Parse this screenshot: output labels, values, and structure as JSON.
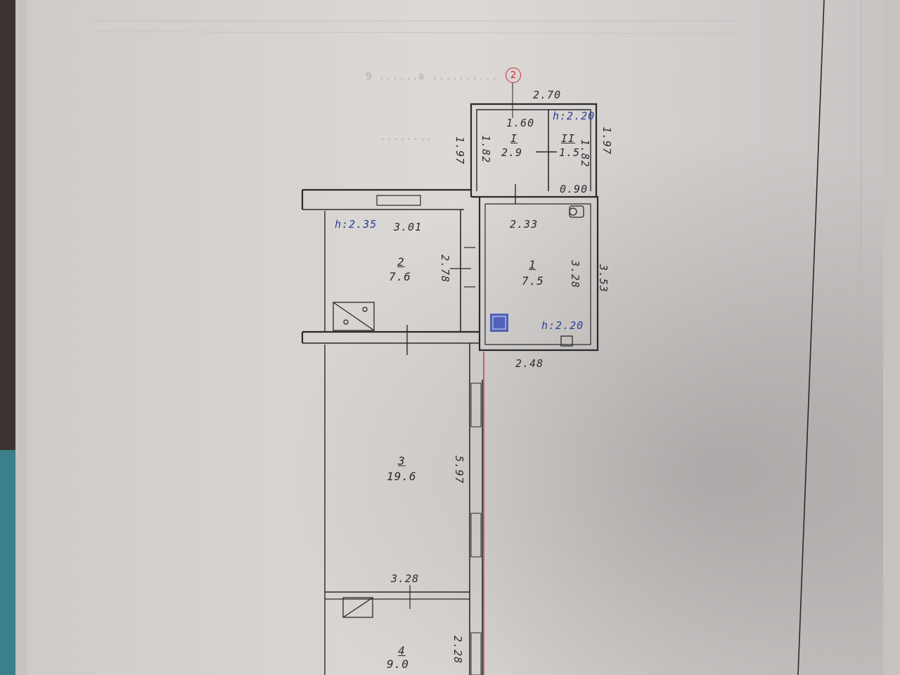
{
  "header": {
    "line1": "9 ......в ..........",
    "line2": "........"
  },
  "marker": "2",
  "rooms": [
    {
      "id": "1",
      "area": "7.5"
    },
    {
      "id": "2",
      "area": "7.6"
    },
    {
      "id": "3",
      "area": "19.6"
    },
    {
      "id": "4",
      "area": "9.0"
    },
    {
      "id": "I",
      "area": "2.9"
    },
    {
      "id": "II",
      "area": "1.5"
    }
  ],
  "ceiling_heights": [
    "h:2.35",
    "h:2.20",
    "h:2.20"
  ],
  "dimensions": {
    "top_width": "2.70",
    "closet_width": "1.60",
    "closet_left_outer": "1.97",
    "closet_left_inner": "1.82",
    "closet_right_outer": "1.97",
    "closet_right_inner": "1.82",
    "closet_bottom": "0.90",
    "room2_width": "3.01",
    "room2_height": "2.78",
    "room1_width": "2.33",
    "room1_height_inner": "3.28",
    "room1_height_outer": "3.53",
    "room1_bottom": "2.48",
    "room3_height": "5.97",
    "room3_width": "3.28",
    "room4_height": "2.28"
  },
  "colors": {
    "paper": "#dedbd9",
    "wall": "#2a2a2a",
    "annotation_blue": "#2b3f9a",
    "red_line": "#d03030"
  }
}
